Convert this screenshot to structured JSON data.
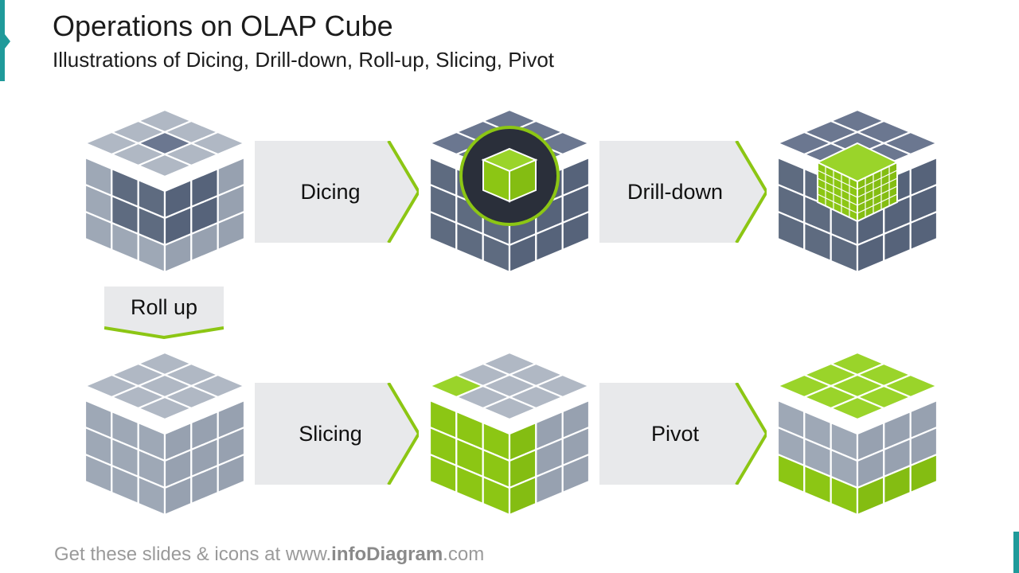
{
  "title": "Operations on OLAP Cube",
  "subtitle": "Illustrations of Dicing, Drill-down, Roll-up, Slicing, Pivot",
  "operations": {
    "dicing": "Dicing",
    "drill_down": "Drill-down",
    "roll_up": "Roll up",
    "slicing": "Slicing",
    "pivot": "Pivot"
  },
  "footer": {
    "prefix": "Get these slides & icons at www.",
    "brand": "infoDiagram",
    "suffix": ".com"
  },
  "colors": {
    "dark_cell": "#5e6b80",
    "light_cell": "#9ea8b6",
    "highlight": "#8cc614",
    "arrow_fill": "#e8e9eb",
    "accent": "#1f9a9a"
  },
  "icons": [
    "cube-icon",
    "zoom-circle-icon",
    "chevron-arrow-icon"
  ]
}
